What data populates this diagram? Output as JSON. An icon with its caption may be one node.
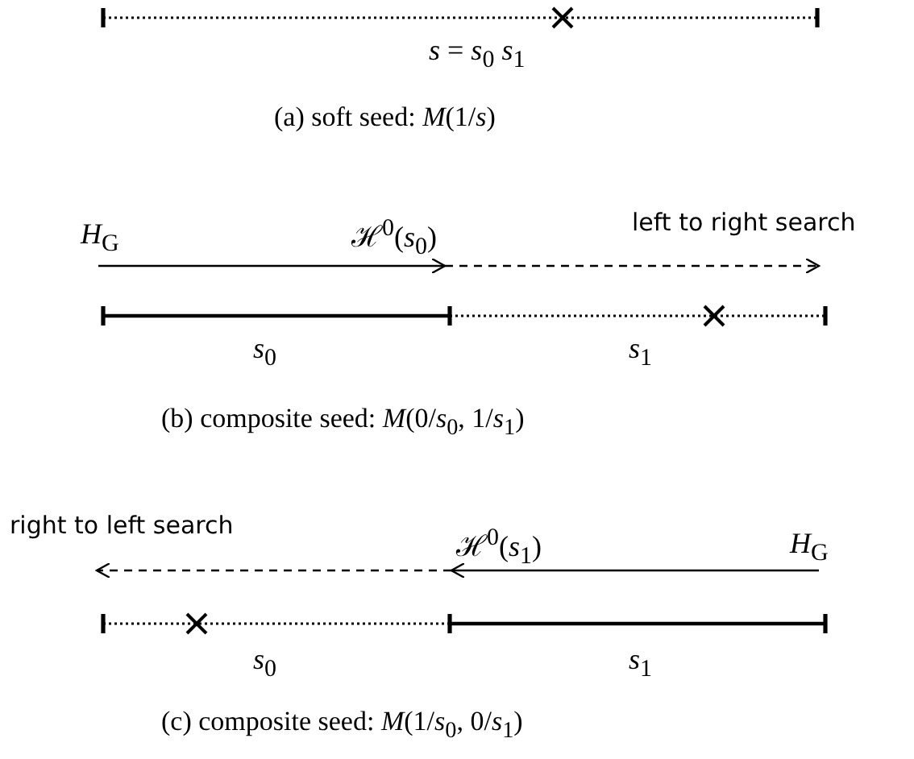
{
  "diagram": {
    "labels": [
      "*s* = *s*$_{0}$ *s*$_{1}$",
      "(a)  soft seed: *M*(1/*s*)",
      "*H*$_{G}$",
      "ℋ$^{0}$(*s*$_{0}$)",
      "left to right search",
      "*s*$_{0}$",
      "*s*$_{1}$",
      "(b)  composite seed: *M*(0/*s*$_{0}$, 1/*s*$_{1}$)",
      "right to left search",
      "ℋ$^{0}$(*s*$_{1}$)",
      "*H*$_{G}$",
      "*s*$_{0}$",
      "*s*$_{1}$",
      "(c)  composite seed: *M*(1/*s*$_{0}$, 0/*s*$_{1}$)"
    ]
  }
}
